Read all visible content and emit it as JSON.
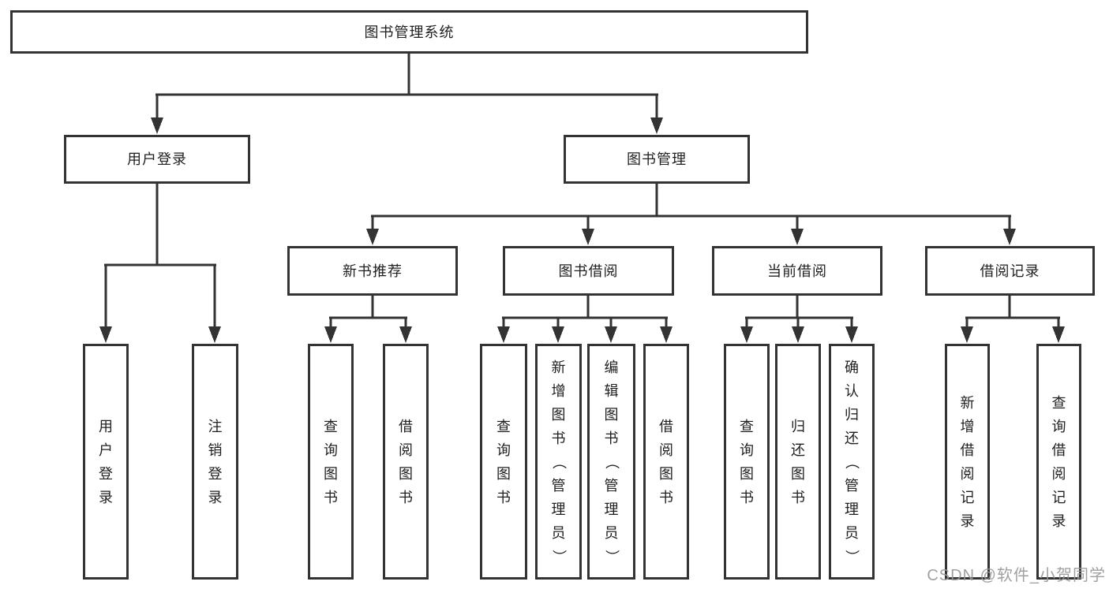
{
  "diagram": {
    "tree": {
      "label": "图书管理系统",
      "children": [
        {
          "label": "用户登录",
          "children": [
            {
              "label": "用户登录"
            },
            {
              "label": "注销登录"
            }
          ]
        },
        {
          "label": "图书管理",
          "children": [
            {
              "label": "新书推荐",
              "children": [
                {
                  "label": "查询图书"
                },
                {
                  "label": "借阅图书"
                }
              ]
            },
            {
              "label": "图书借阅",
              "children": [
                {
                  "label": "查询图书"
                },
                {
                  "label": "新增图书（管理员）"
                },
                {
                  "label": "编辑图书（管理员）"
                },
                {
                  "label": "借阅图书"
                }
              ]
            },
            {
              "label": "当前借阅",
              "children": [
                {
                  "label": "查询图书"
                },
                {
                  "label": "归还图书"
                },
                {
                  "label": "确认归还（管理员）"
                }
              ]
            },
            {
              "label": "借阅记录",
              "children": [
                {
                  "label": "新增借阅记录"
                },
                {
                  "label": "查询借阅记录"
                }
              ]
            }
          ]
        }
      ]
    },
    "colors": {
      "line": "#333333",
      "box_border": "#333333",
      "text": "#1f1f1f",
      "background": "#ffffff",
      "watermark": "#989898"
    }
  },
  "watermark": {
    "text": "CSDN @软件_小贺同学"
  }
}
